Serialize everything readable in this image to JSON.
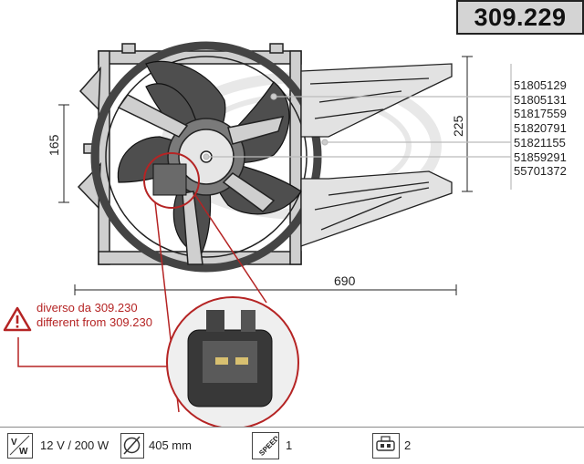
{
  "header": {
    "code": "309.229"
  },
  "oem_numbers": [
    "51805129",
    "51805131",
    "51817559",
    "51820791",
    "51821155",
    "51859291",
    "55701372"
  ],
  "dimensions": {
    "width": "690",
    "height_left": "165",
    "height_right": "225"
  },
  "warning": {
    "line1": "diverso da 309.230",
    "line2": "different from 309.230"
  },
  "specs": {
    "voltage_power": {
      "icon": "voltage-watt-icon",
      "icon_text": "V/W",
      "value": "12 V / 200 W"
    },
    "diameter": {
      "icon": "diameter-icon",
      "value": "405 mm"
    },
    "speed": {
      "icon": "speed-icon",
      "icon_text": "SPEED",
      "value": "1"
    },
    "connector": {
      "icon": "connector-icon",
      "value": "2"
    }
  },
  "colors": {
    "warning_red": "#b52424",
    "code_bg": "#d4d4d4",
    "watermark": "#e6e6e6"
  }
}
